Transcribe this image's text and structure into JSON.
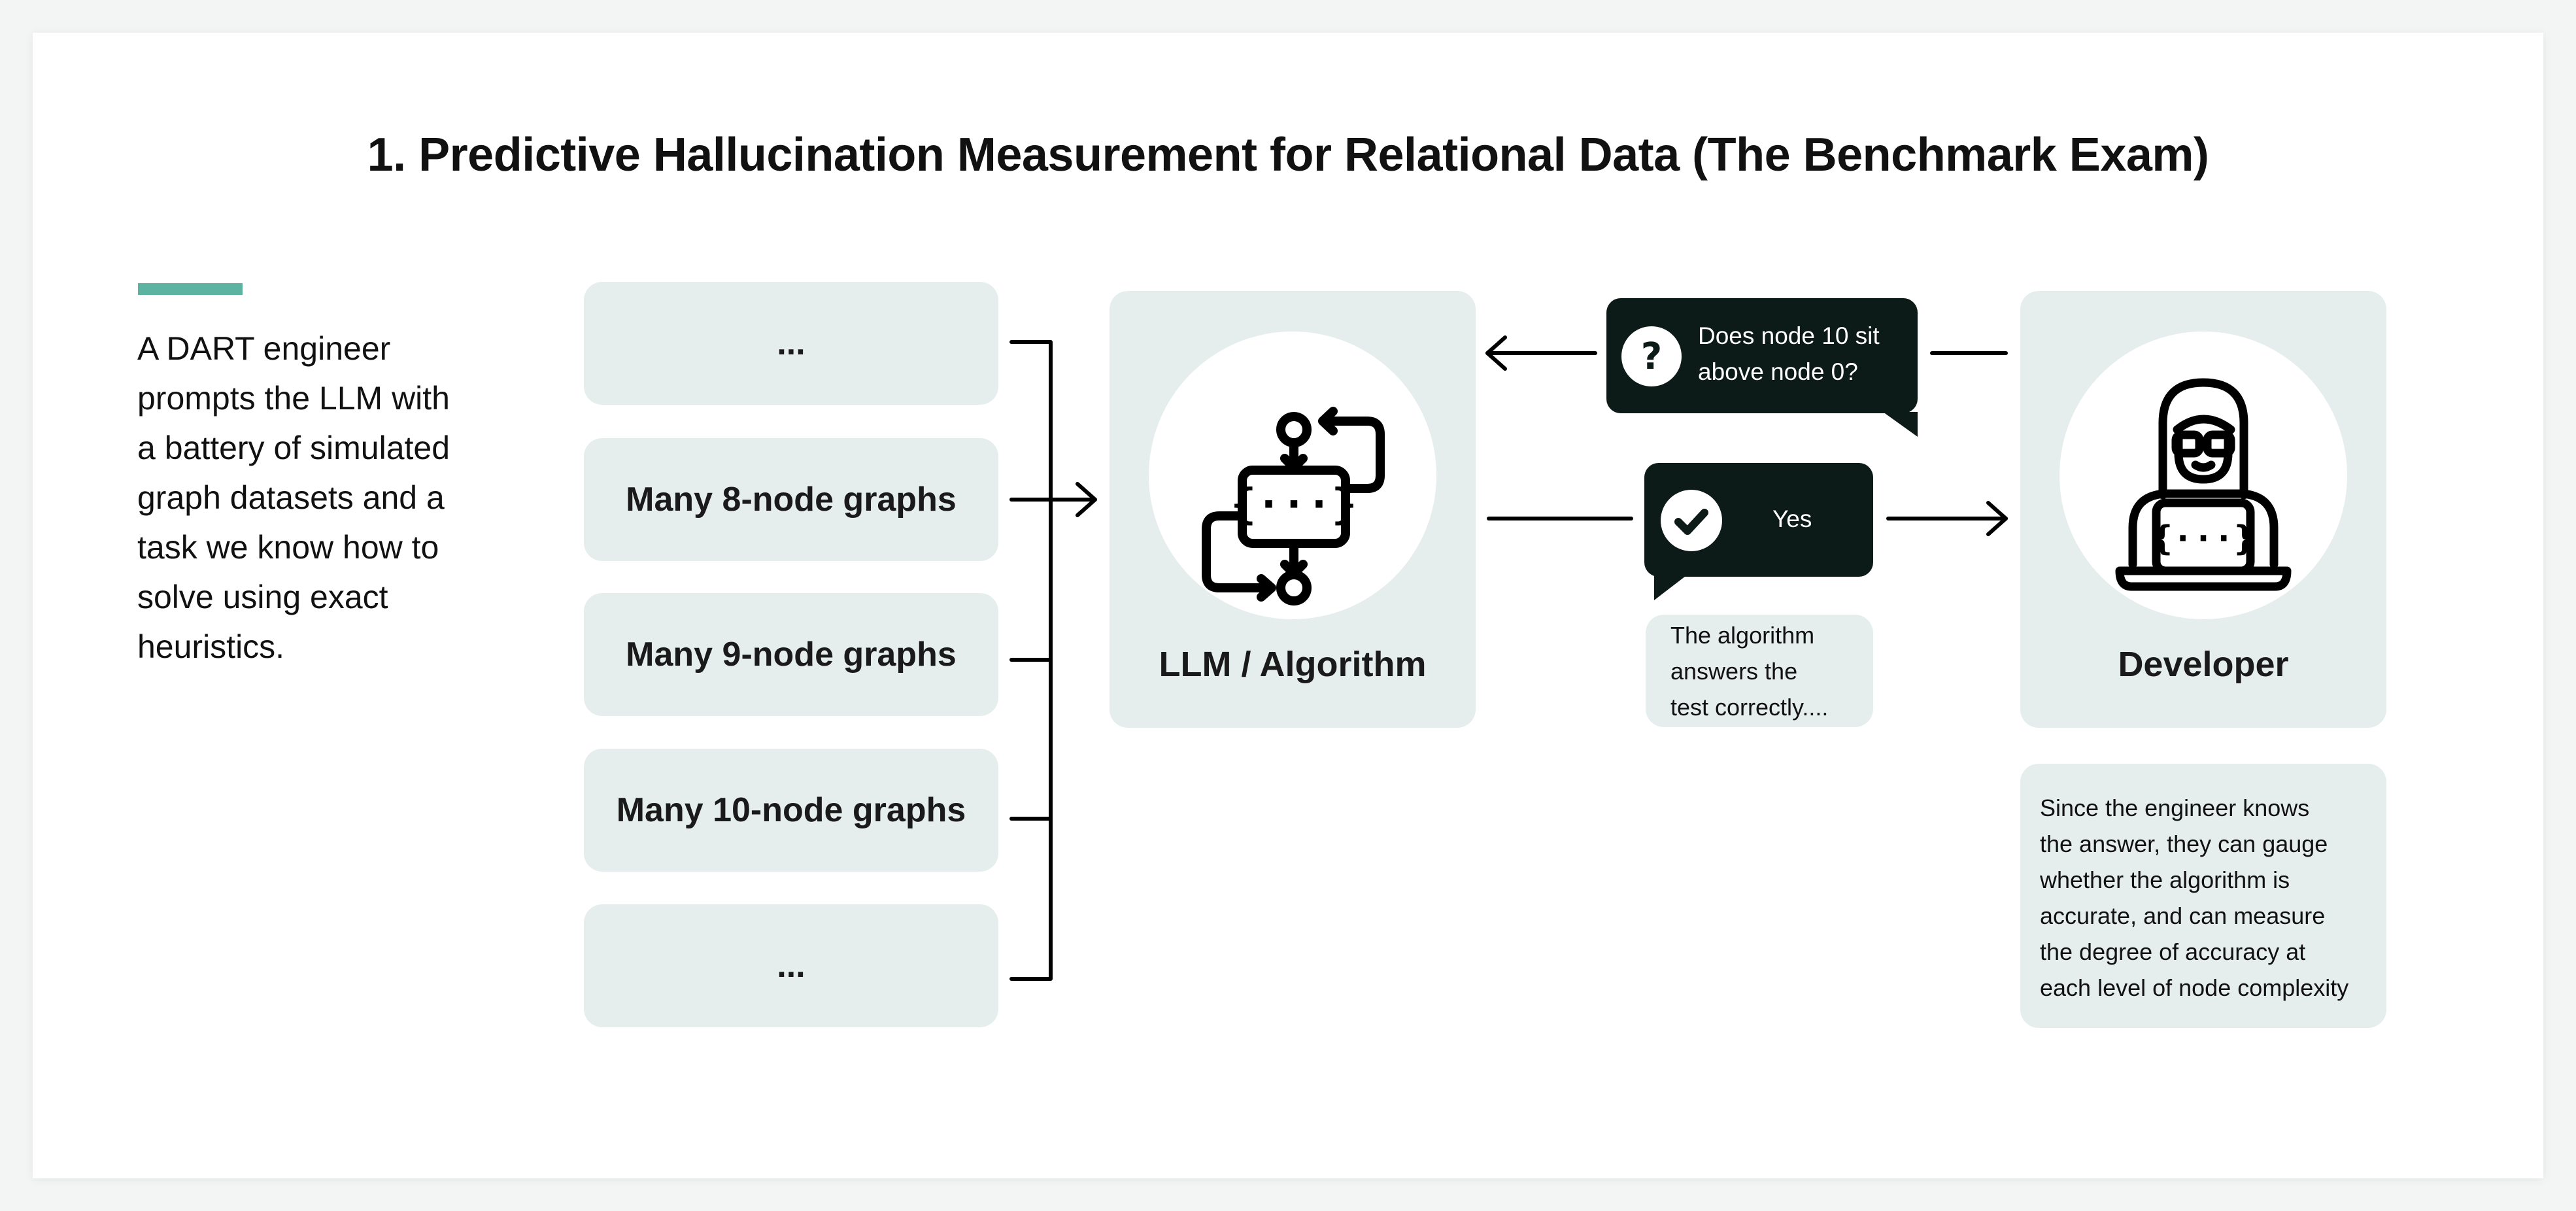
{
  "title": "1. Predictive Hallucination Measurement for Relational Data (The Benchmark Exam)",
  "colors": {
    "accent": "#5db3a2",
    "box_fill": "#e6eeed",
    "bubble_fill": "#0c1a18"
  },
  "intro": {
    "lines": [
      "A DART engineer",
      "prompts the LLM with",
      "a battery of simulated",
      "graph datasets and a",
      "task we know how to",
      "solve using exact",
      "heuristics."
    ]
  },
  "graph_datasets": [
    "...",
    "Many 8-node graphs",
    "Many 9-node graphs",
    "Many 10-node graphs",
    "..."
  ],
  "llm_node": {
    "label": "LLM / Algorithm",
    "icon": "code-flow-icon"
  },
  "developer_node": {
    "label": "Developer",
    "icon": "developer-laptop-icon"
  },
  "question_bubble": {
    "icon": "question-icon",
    "lines": [
      "Does node 10 sit",
      "above node 0?"
    ]
  },
  "answer_bubble": {
    "icon": "check-icon",
    "text": "Yes"
  },
  "answer_note": {
    "lines": [
      "The algorithm",
      "answers the",
      "test correctly...."
    ]
  },
  "developer_note": {
    "lines": [
      "Since the engineer knows",
      "the answer, they can gauge",
      "whether the algorithm is",
      "accurate, and can measure",
      "the degree of accuracy at",
      "each level of node complexity"
    ]
  }
}
